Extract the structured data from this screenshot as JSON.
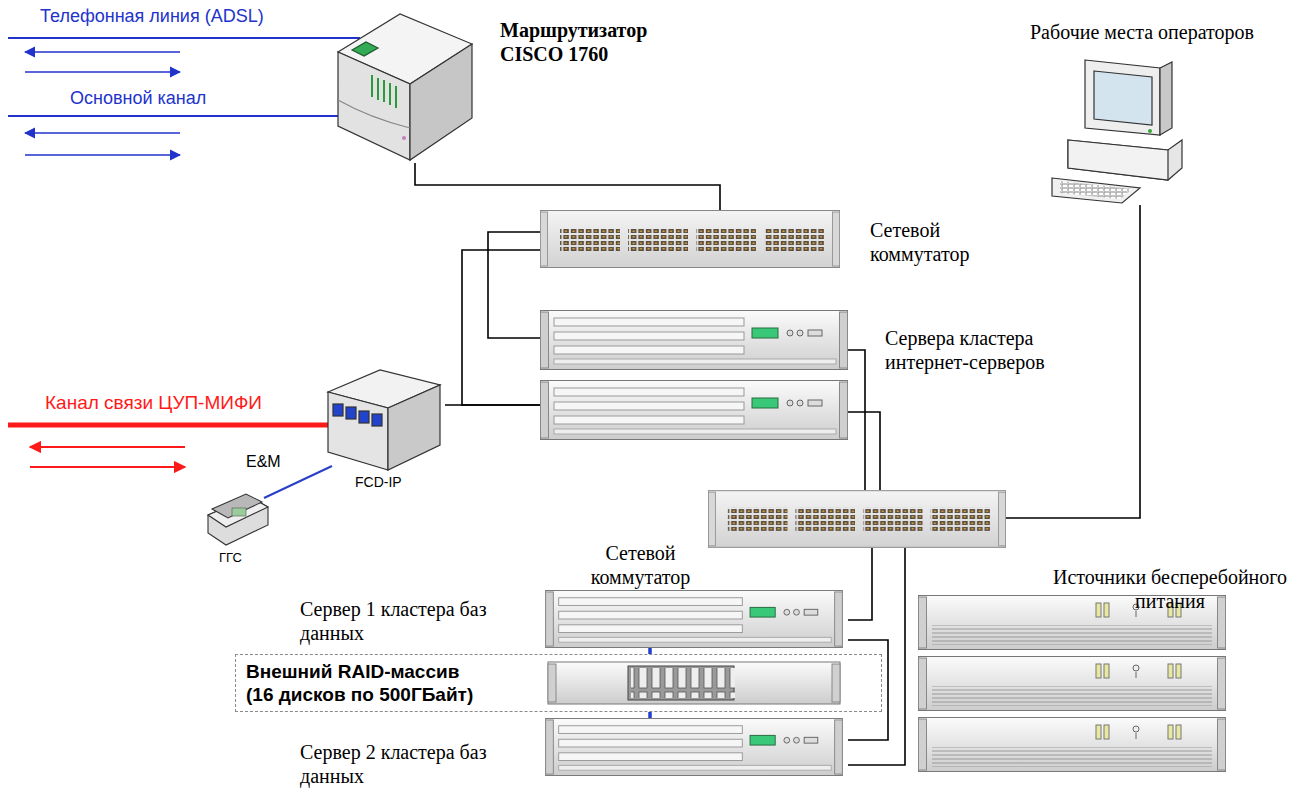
{
  "diagram": {
    "nodes": [
      {
        "text": [
          "Маршрутизатор CISCO 1760"
        ]
      },
      {
        "text": [
          "Рабочие места операторов"
        ]
      },
      {
        "text": [
          "Сетевой коммутатор"
        ]
      },
      {
        "text": [
          "Сервера кластера интернет-серверов"
        ]
      },
      {
        "text": [
          "FCD-IP"
        ]
      },
      {
        "text": [
          "ГГС"
        ]
      },
      {
        "text": [
          "Сетевой коммутатор"
        ]
      },
      {
        "text": [
          "Источники бесперебойного питания"
        ]
      },
      {
        "text": [
          "Сервер 1 кластера баз данных"
        ]
      },
      {
        "text": [
          "Внешний RAID-массив (16 дисков по 500ГБайт)"
        ]
      },
      {
        "text": [
          "Сервер 2 кластера баз данных"
        ]
      }
    ],
    "edges": [
      {
        "from": 0,
        "to": 2,
        "arrow": "none"
      },
      {
        "from": 2,
        "to": 3,
        "arrow": "none"
      },
      {
        "from": 2,
        "to": 3,
        "arrow": "none"
      },
      {
        "from": 4,
        "to": 3,
        "arrow": "none"
      },
      {
        "from": 4,
        "to": 5,
        "label": "E&M",
        "arrow": "none"
      },
      {
        "from": 3,
        "to": 6,
        "arrow": "none"
      },
      {
        "from": 3,
        "to": 6,
        "arrow": "none"
      },
      {
        "from": 6,
        "to": 1,
        "arrow": "none"
      },
      {
        "from": 6,
        "to": 8,
        "arrow": "none"
      },
      {
        "from": 6,
        "to": 10,
        "arrow": "none"
      },
      {
        "from": 8,
        "to": 9,
        "arrow": "none"
      },
      {
        "from": 9,
        "to": 10,
        "arrow": "none"
      },
      {
        "from": 8,
        "to": 10,
        "arrow": "none"
      }
    ],
    "labels": [
      "Телефонная линия (ADSL)",
      "Основной канал",
      "Канал связи ЦУП-МИФИ"
    ]
  }
}
